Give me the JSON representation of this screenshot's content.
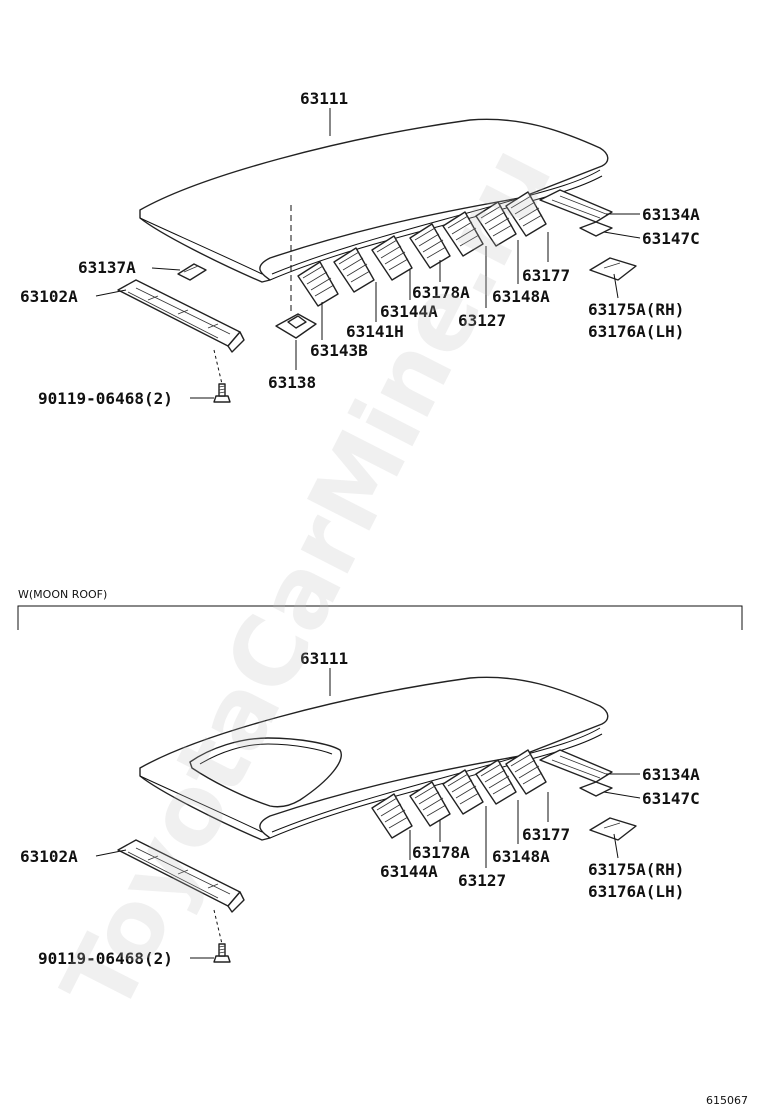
{
  "watermark": "ToyotaCarMine.ru",
  "section_top": {
    "labels": {
      "roof_panel": "63111",
      "p63137A": "63137A",
      "p63102A": "63102A",
      "bolt": "90119-06468(2)",
      "p63143B": "63143B",
      "p63138": "63138",
      "p63141H": "63141H",
      "p63144A": "63144A",
      "p63178A": "63178A",
      "p63127": "63127",
      "p63148A": "63148A",
      "p63177": "63177",
      "p63134A": "63134A",
      "p63147C": "63147C",
      "p63175A": "63175A(RH)",
      "p63176A": "63176A(LH)"
    }
  },
  "section_bottom": {
    "heading": "W(MOON ROOF)",
    "labels": {
      "roof_panel": "63111",
      "p63102A": "63102A",
      "bolt": "90119-06468(2)",
      "p63144A": "63144A",
      "p63178A": "63178A",
      "p63127": "63127",
      "p63148A": "63148A",
      "p63177": "63177",
      "p63134A": "63134A",
      "p63147C": "63147C",
      "p63175A": "63175A(RH)",
      "p63176A": "63176A(LH)"
    }
  },
  "diagram_code": "615067"
}
